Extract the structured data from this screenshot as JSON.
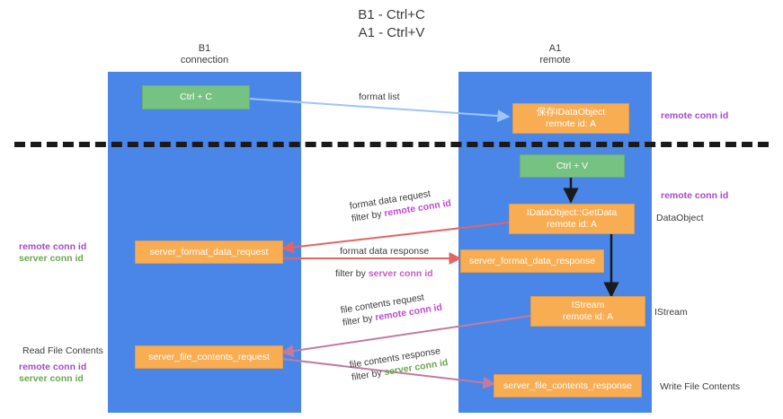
{
  "title": "B1 - Ctrl+C\nA1 - Ctrl+V",
  "columns": {
    "left": "B1\nconnection",
    "right": "A1\nremote"
  },
  "nodes": {
    "ctrl_c": "Ctrl + C",
    "ctrl_v": "Ctrl + V",
    "idataobject_line1": "保存IDataObject",
    "idataobject_line2": "remote id: A",
    "getdata_line1": "IDataObject::GetData",
    "getdata_line2": "remote id: A",
    "istream_line1": "IStream",
    "istream_line2": "remote id: A",
    "server_format_data_request": "server_format_data_request",
    "server_format_data_response": "server_format_data_response",
    "server_file_contents_request": "server_file_contents_request",
    "server_file_contents_response": "server_file_contents_response"
  },
  "edge_labels": {
    "format_list": "format list",
    "format_data_request": "format data request",
    "format_data_request_filter_prefix": "filter by ",
    "format_data_request_filter_key": "remote conn id",
    "format_data_response": "format data response",
    "format_data_response_filter_prefix": "filter by ",
    "format_data_response_filter_key": "server conn id",
    "file_contents_request": "file contents request",
    "file_contents_request_filter_prefix": "filter by ",
    "file_contents_request_filter_key": "remote conn id",
    "file_contents_response": "file contents response",
    "file_contents_response_filter_prefix": "filter by ",
    "file_contents_response_filter_key": "server conn id"
  },
  "annotations": {
    "right_remote_conn_id_top": "remote conn id",
    "right_remote_conn_id_mid": "remote conn id",
    "right_dataobject": "DataObject",
    "right_istream": "IStream",
    "right_write_file_contents": "Write File Contents",
    "left_remote_conn_id_mid": "remote conn id",
    "left_server_conn_id_mid": "server conn id",
    "left_read_file_contents": "Read File Contents",
    "left_remote_conn_id_bot": "remote conn id",
    "left_server_conn_id_bot": "server conn id"
  },
  "colors": {
    "lane": "#4a86e8",
    "green_node": "#76c282",
    "orange_node": "#f9ad53",
    "remote_conn_id": "#a64ac9",
    "server_conn_id": "#6aa84f",
    "arrow_blue": "#9fc5f8",
    "arrow_red": "#e06666",
    "arrow_pink": "#c27ba0",
    "arrow_black": "#1a1a1a",
    "divider": "#1a1a1a",
    "background": "#ffffff"
  }
}
